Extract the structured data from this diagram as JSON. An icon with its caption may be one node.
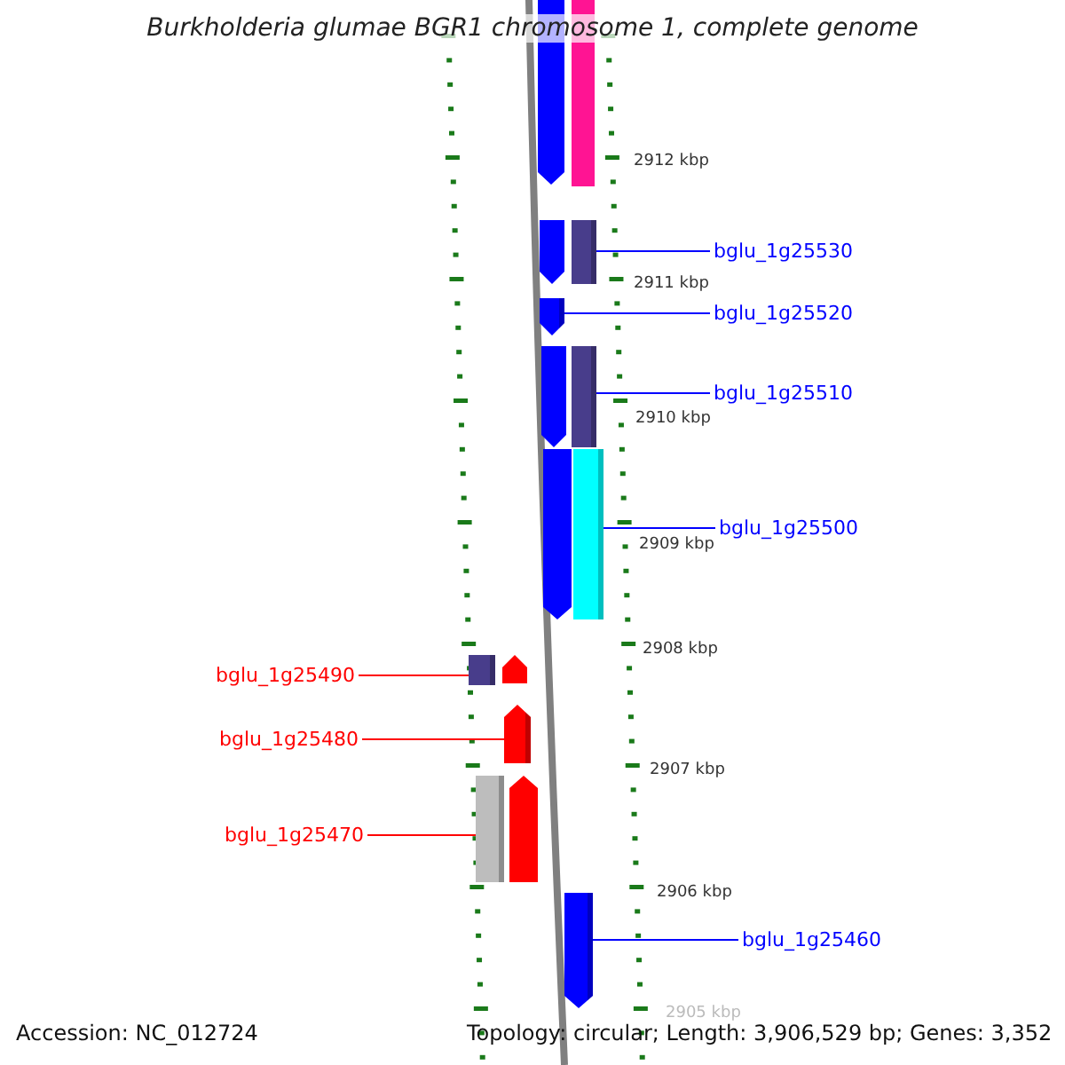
{
  "diagram": {
    "title": "Burkholderia glumae BGR1 chromosome 1, complete genome",
    "nodes": [
      {
        "text": [
          "bglu_1g25530"
        ]
      },
      {
        "text": [
          "bglu_1g25520"
        ]
      },
      {
        "text": [
          "bglu_1g25510"
        ]
      },
      {
        "text": [
          "bglu_1g25500"
        ]
      },
      {
        "text": [
          "bglu_1g25490"
        ]
      },
      {
        "text": [
          "bglu_1g25480"
        ]
      },
      {
        "text": [
          "bglu_1g25470"
        ]
      },
      {
        "text": [
          "bglu_1g25460"
        ]
      },
      {
        "text": [],
        "shape": "box"
      },
      {
        "text": [],
        "shape": "arrow"
      },
      {
        "text": [],
        "shape": "box"
      },
      {
        "text": [],
        "shape": "box"
      },
      {
        "text": [],
        "shape": "box"
      },
      {
        "text": [],
        "shape": "arrow"
      },
      {
        "text": [],
        "shape": "box"
      },
      {
        "text": [],
        "shape": "arrow"
      }
    ],
    "edges": [
      {
        "from": 0,
        "to": 8,
        "arrow": "none"
      },
      {
        "from": 1,
        "to": 9,
        "arrow": "none"
      },
      {
        "from": 2,
        "to": 10,
        "arrow": "none"
      },
      {
        "from": 3,
        "to": 11,
        "arrow": "none"
      },
      {
        "from": 4,
        "to": 12,
        "arrow": "none",
        "color": "#ff0000"
      },
      {
        "from": 5,
        "to": 13,
        "arrow": "none",
        "color": "#ff0000"
      },
      {
        "from": 6,
        "to": 14,
        "arrow": "none",
        "color": "#ff0000"
      },
      {
        "from": 7,
        "to": 15,
        "arrow": "none"
      }
    ],
    "labels": [
      "2912 kbp",
      "2911 kbp",
      "2910 kbp",
      "2909 kbp",
      "2908 kbp",
      "2907 kbp",
      "2906 kbp",
      "2905 kbp",
      "Accession: NC_012724",
      "Topology: circular; Length: 3,906,529 bp; Genes: 3,352"
    ]
  }
}
